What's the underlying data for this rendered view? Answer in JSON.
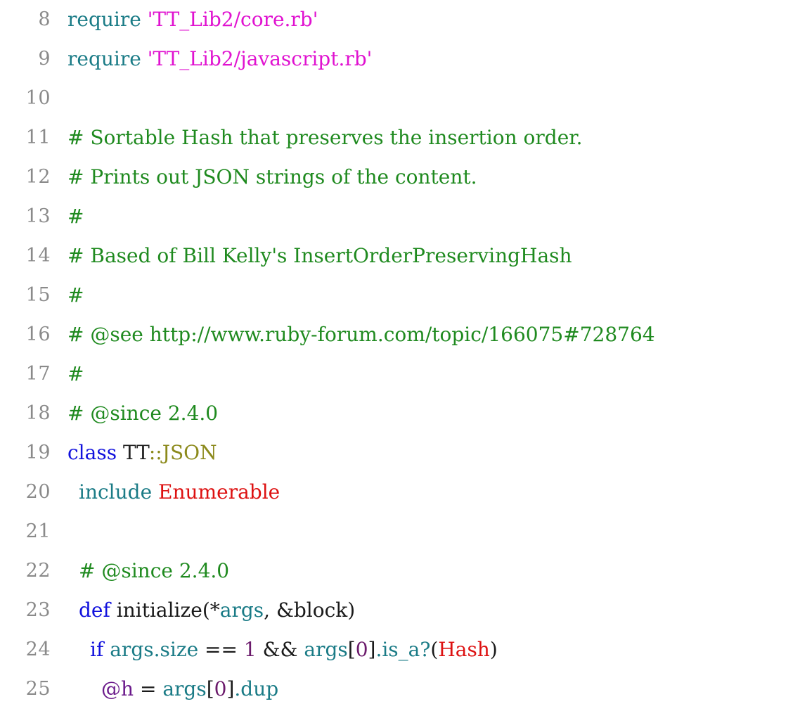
{
  "editor": {
    "lines": [
      {
        "no": "8",
        "indent": 0,
        "tokens": [
          {
            "t": "require",
            "c": "kw-require"
          },
          {
            "t": " ",
            "c": "op"
          },
          {
            "t": "'TT_Lib2/core.rb'",
            "c": "str"
          }
        ]
      },
      {
        "no": "9",
        "indent": 0,
        "tokens": [
          {
            "t": "require",
            "c": "kw-require"
          },
          {
            "t": " ",
            "c": "op"
          },
          {
            "t": "'TT_Lib2/javascript.rb'",
            "c": "str"
          }
        ]
      },
      {
        "no": "10",
        "indent": 0,
        "tokens": []
      },
      {
        "no": "11",
        "indent": 0,
        "tokens": [
          {
            "t": "# Sortable Hash that preserves the insertion order.",
            "c": "comment"
          }
        ]
      },
      {
        "no": "12",
        "indent": 0,
        "tokens": [
          {
            "t": "# Prints out JSON strings of the content.",
            "c": "comment"
          }
        ]
      },
      {
        "no": "13",
        "indent": 0,
        "tokens": [
          {
            "t": "#",
            "c": "comment"
          }
        ]
      },
      {
        "no": "14",
        "indent": 0,
        "tokens": [
          {
            "t": "# Based of Bill Kelly's InsertOrderPreservingHash",
            "c": "comment"
          }
        ]
      },
      {
        "no": "15",
        "indent": 0,
        "tokens": [
          {
            "t": "#",
            "c": "comment"
          }
        ]
      },
      {
        "no": "16",
        "indent": 0,
        "tokens": [
          {
            "t": "# @see http://www.ruby-forum.com/topic/166075#728764",
            "c": "comment"
          }
        ]
      },
      {
        "no": "17",
        "indent": 0,
        "tokens": [
          {
            "t": "#",
            "c": "comment"
          }
        ]
      },
      {
        "no": "18",
        "indent": 0,
        "tokens": [
          {
            "t": "# @since 2.4.0",
            "c": "comment"
          }
        ]
      },
      {
        "no": "19",
        "indent": 0,
        "tokens": [
          {
            "t": "class",
            "c": "kw-class"
          },
          {
            "t": " ",
            "c": "op"
          },
          {
            "t": "TT",
            "c": "const-ns"
          },
          {
            "t": "::JSON",
            "c": "const-sub"
          }
        ]
      },
      {
        "no": "20",
        "indent": 1,
        "tokens": [
          {
            "t": "include",
            "c": "kw-include"
          },
          {
            "t": " ",
            "c": "op"
          },
          {
            "t": "Enumerable",
            "c": "const-red"
          }
        ]
      },
      {
        "no": "21",
        "indent": 0,
        "tokens": []
      },
      {
        "no": "22",
        "indent": 1,
        "tokens": [
          {
            "t": "# @since 2.4.0",
            "c": "comment"
          }
        ]
      },
      {
        "no": "23",
        "indent": 1,
        "tokens": [
          {
            "t": "def",
            "c": "kw-def"
          },
          {
            "t": " initialize(*",
            "c": "ident"
          },
          {
            "t": "args",
            "c": "local"
          },
          {
            "t": ", &block)",
            "c": "ident"
          }
        ]
      },
      {
        "no": "24",
        "indent": 2,
        "tokens": [
          {
            "t": "if",
            "c": "kw-if"
          },
          {
            "t": " ",
            "c": "op"
          },
          {
            "t": "args",
            "c": "local"
          },
          {
            "t": ".size",
            "c": "local"
          },
          {
            "t": " == ",
            "c": "op"
          },
          {
            "t": "1",
            "c": "num"
          },
          {
            "t": " && ",
            "c": "op"
          },
          {
            "t": "args",
            "c": "local"
          },
          {
            "t": "[",
            "c": "op"
          },
          {
            "t": "0",
            "c": "num"
          },
          {
            "t": "]",
            "c": "op"
          },
          {
            "t": ".is_a?",
            "c": "local"
          },
          {
            "t": "(",
            "c": "op"
          },
          {
            "t": "Hash",
            "c": "const-red"
          },
          {
            "t": ")",
            "c": "op"
          }
        ]
      },
      {
        "no": "25",
        "indent": 3,
        "tokens": [
          {
            "t": "@h",
            "c": "ivar"
          },
          {
            "t": " = ",
            "c": "op"
          },
          {
            "t": "args",
            "c": "local"
          },
          {
            "t": "[",
            "c": "op"
          },
          {
            "t": "0",
            "c": "num"
          },
          {
            "t": "]",
            "c": "op"
          },
          {
            "t": ".dup",
            "c": "local"
          }
        ]
      }
    ]
  }
}
